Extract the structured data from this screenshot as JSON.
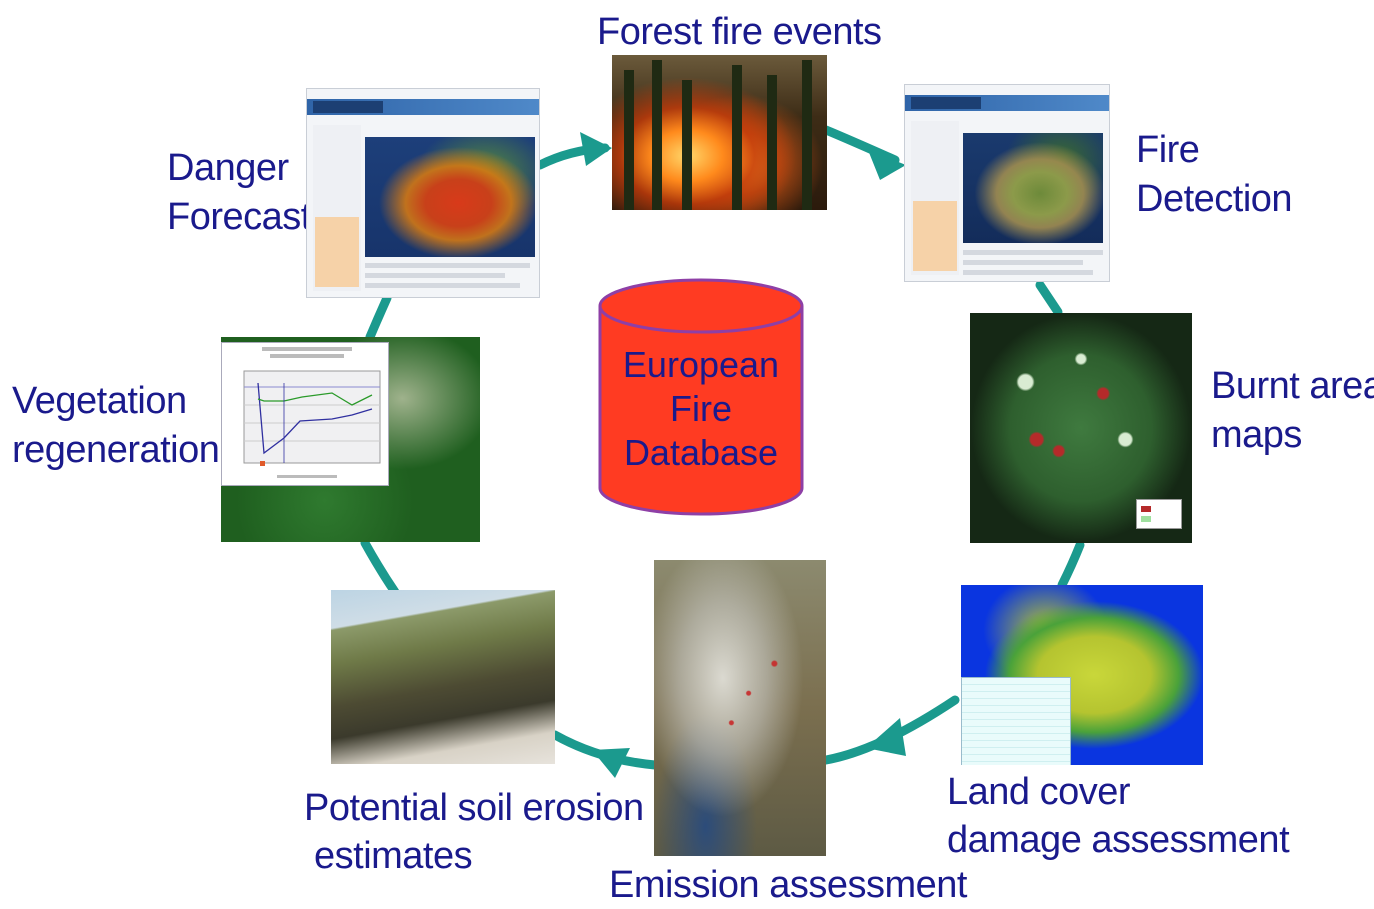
{
  "labels": {
    "forest_fire_events": "Forest fire events",
    "danger_line1": "Danger",
    "danger_line2": "Forecast",
    "fire_line1": "Fire",
    "fire_line2": "Detection",
    "burnt_line1": "Burnt area",
    "burnt_line2": "maps",
    "land_line1": "Land cover",
    "land_line2": "damage assessment",
    "emission": "Emission assessment",
    "soil_line1": "Potential soil erosion",
    "soil_line2": "estimates",
    "veg_line1": "Vegetation",
    "veg_line2": "regeneration"
  },
  "database": {
    "line1": "European",
    "line2": "Fire",
    "line3": "Database"
  },
  "colors": {
    "label_text": "#1a1a8c",
    "ring": "#1b9a8e",
    "cylinder_fill": "#ff3b22",
    "cylinder_stroke": "#8e3fa6"
  }
}
